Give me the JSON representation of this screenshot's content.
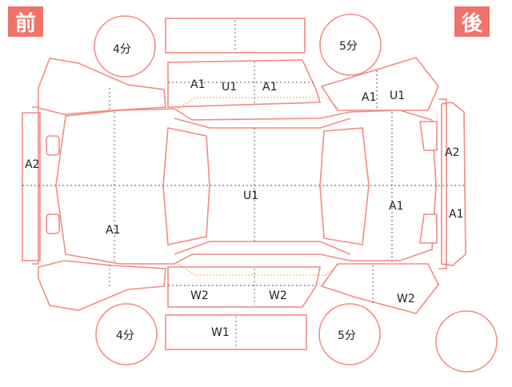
{
  "badges": {
    "front": "前",
    "rear": "後"
  },
  "labels": {
    "wheel_front_top": "4分",
    "wheel_rear_top": "5分",
    "wheel_front_bottom": "4分",
    "wheel_rear_bottom": "5分",
    "roof_front_a1": "A1",
    "roof_u1": "U1",
    "roof_rear_a1": "A1",
    "rear_fender_top_a1": "A1",
    "rear_fender_top_u1": "U1",
    "front_bumper_a2": "A2",
    "rear_bumper_a2": "A2",
    "center_u1": "U1",
    "hood_a1": "A1",
    "rear_door_a1": "A1",
    "rear_bumper_a1": "A1",
    "sill_front_w2": "W2",
    "sill_rear_w2": "W2",
    "rear_fender_bottom_w2": "W2",
    "bottom_panel_w1": "W1"
  }
}
